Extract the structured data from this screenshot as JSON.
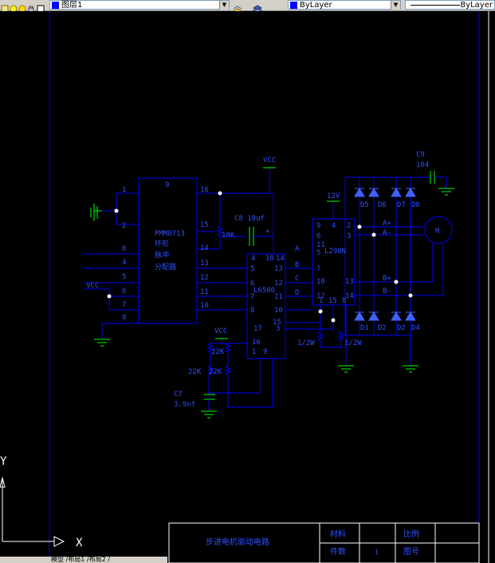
{
  "toolbar": {
    "layer_name": "图层1",
    "color": "ByLayer",
    "linetype": "ByLayer"
  },
  "schematic": {
    "chip1": {
      "name": "PMM8713",
      "desc1": "环形",
      "desc2": "脉冲",
      "desc3": "分配器",
      "pin_top": "9",
      "pins_left": [
        "1",
        "2",
        "8",
        "4",
        "5",
        "6",
        "7",
        "8"
      ],
      "pins_right": [
        "16",
        "15",
        "14",
        "13",
        "12",
        "11",
        "10"
      ]
    },
    "chip2": {
      "name": "L6506",
      "pin_4": "4",
      "pin_18": "18",
      "pin_14": "14",
      "pins_left": [
        "5",
        "6",
        "7",
        "8"
      ],
      "pins_right": [
        "13",
        "12",
        "11",
        "10",
        "3",
        "15"
      ],
      "pin_17": "17",
      "pin_16": "16",
      "pin_1": "1",
      "pin_9": "9"
    },
    "chip3": {
      "name": "L298N",
      "pins_top": [
        "9",
        "4",
        "2"
      ],
      "pin_6": "6",
      "pin_11": "11",
      "pin_5": "5",
      "pin_3": "3",
      "pin_7": "7",
      "pin_10": "10",
      "pin_13": "13",
      "pin_12": "12",
      "pin_14": "14",
      "pin_1": "1",
      "pin_15": "15",
      "pin_8": "8"
    },
    "signals": {
      "A": "A",
      "B": "B",
      "C": "C",
      "D": "D"
    },
    "vcc1": "VCC",
    "vcc2": "VCC",
    "vcc3": "VCC",
    "v12": "12V",
    "c8": "C8 10uf",
    "c8_plus": "+",
    "c9": "C9",
    "c9_val": "104",
    "r10k": "10K",
    "r22k_a": "22K",
    "r22k_b": "22K",
    "r22k_c": "22K",
    "c7": "C7",
    "c7_val": "3.9nf",
    "r_half_a": "1/2W",
    "r_half_b": "1/2W",
    "diodes_top": [
      "D5",
      "D6",
      "D7",
      "D8"
    ],
    "diodes_bottom": [
      "D1",
      "D2",
      "D2",
      "D4"
    ],
    "motor": "M",
    "motor_a_plus": "A+",
    "motor_a_minus": "A-",
    "motor_b_plus": "B+",
    "motor_b_minus": "B-"
  },
  "title_block": {
    "title": "步进电机驱动电路",
    "material_label": "材料",
    "ratio_label": "比例",
    "quantity_label": "件数",
    "quantity_value": "1",
    "drawing_no_label": "图号"
  },
  "ucs": {
    "y": "Y",
    "x": "X"
  },
  "status": {
    "tabs": "模型 /布局1 /布局2 /"
  }
}
